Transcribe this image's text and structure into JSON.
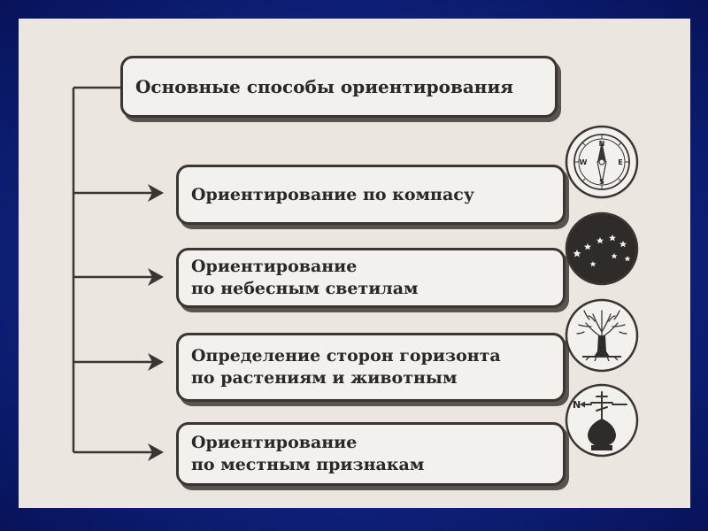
{
  "diagram": {
    "title": "Основные способы ориентирования",
    "methods": [
      {
        "label": "Ориентирование по компасу",
        "icon": "compass-icon"
      },
      {
        "label": "Ориентирование\nпо небесным светилам",
        "icon": "starry-sky-icon"
      },
      {
        "label": "Определение сторон горизонта\nпо растениям и животным",
        "icon": "tree-icon"
      },
      {
        "label": "Ориентирование\nпо местным признакам",
        "icon": "church-dome-cross-icon"
      }
    ],
    "compass_letters": {
      "north": "N",
      "south": "S",
      "east": "E",
      "west": "W"
    },
    "church_badge_letter": "N"
  },
  "colors": {
    "slide_background": "#ebe7e0",
    "frame_background": "#0f2381",
    "ink": "#2b2724",
    "box_fill": "#f3f1ed"
  }
}
